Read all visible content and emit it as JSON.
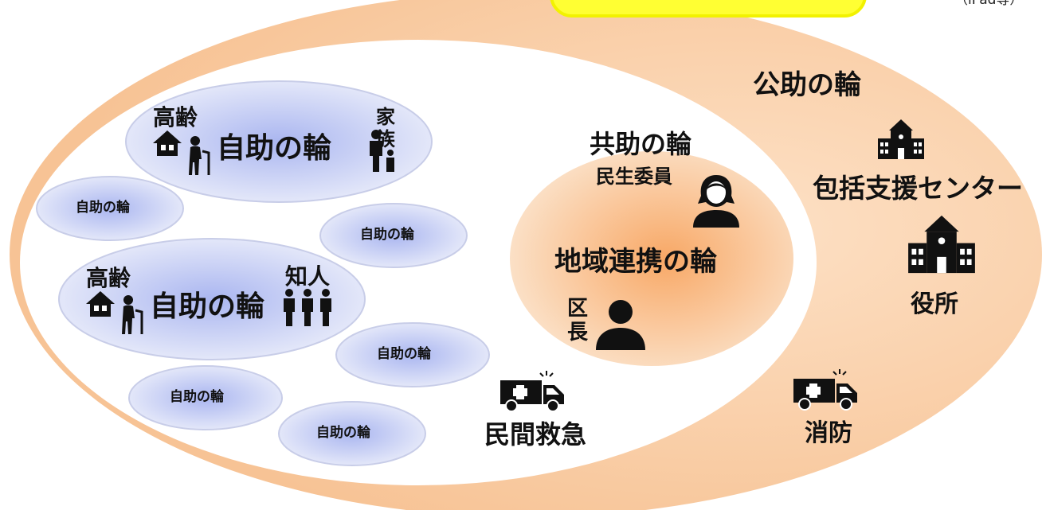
{
  "corner_note": "（iPad等）",
  "kojo_title": "公助の輪",
  "kyojo_title": "共助の輪",
  "chiiki_title": "地域連携の輪",
  "minsei": "民生委員",
  "kucho": "区長",
  "hokatsu": "包括支援センター",
  "yakusho": "役所",
  "shobo": "消防",
  "minkan": "民間救急",
  "jijo_large_1": {
    "elder": "高齢",
    "title": "自助の輪",
    "other": "家族"
  },
  "jijo_large_2": {
    "elder": "高齢",
    "title": "自助の輪",
    "other": "知人"
  },
  "jijo_small": "自助の輪",
  "colors": {
    "outer_ring": "#f5b27a",
    "inner_core": "#f8a866",
    "bubble": "#b4bff0",
    "bubble_stroke": "#c8cde8",
    "highlight": "#ffff33"
  },
  "icons": [
    "house-icon",
    "elder-cane-icon",
    "family-icon",
    "friends-icon",
    "woman-icon",
    "man-icon",
    "school-building-icon",
    "ambulance-icon"
  ]
}
